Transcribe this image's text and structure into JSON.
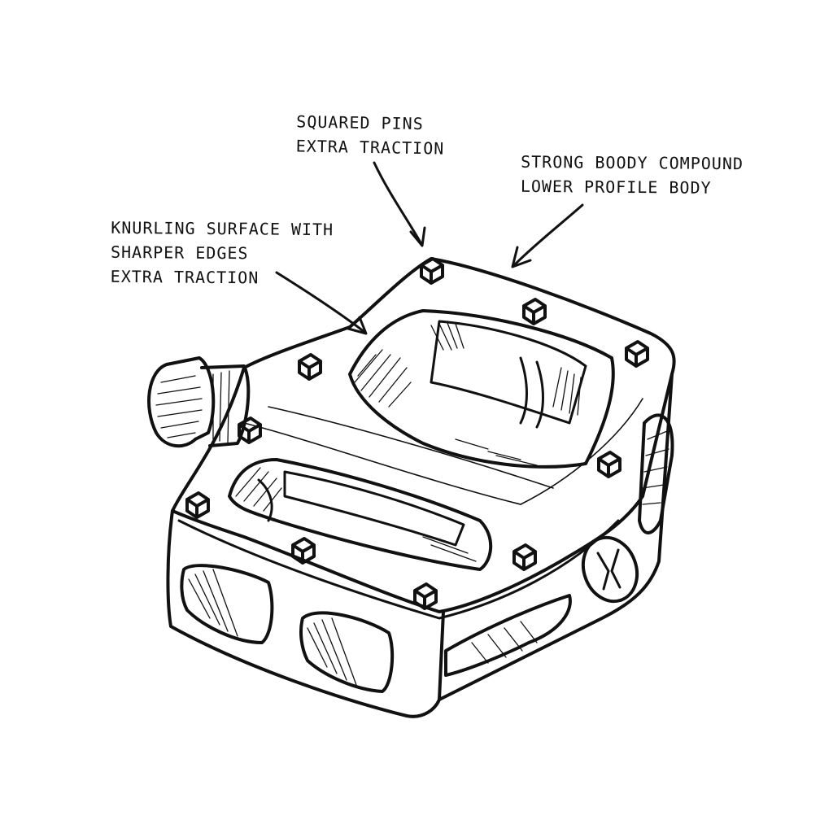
{
  "annotations": {
    "pins": {
      "lines": [
        "Squared pins",
        "Extra traction"
      ]
    },
    "body": {
      "lines": [
        "Strong boody compound",
        "Lower profile body"
      ]
    },
    "knurling": {
      "lines": [
        "Knurling surface with",
        "sharper edges",
        "Extra traction"
      ]
    }
  },
  "colors": {
    "ink": "#111111",
    "background": "#ffffff"
  },
  "icons": {
    "illustration": "bike-pedal-sketch",
    "pin": "square-pin-icon",
    "logo": "pedal-brand-logo"
  }
}
